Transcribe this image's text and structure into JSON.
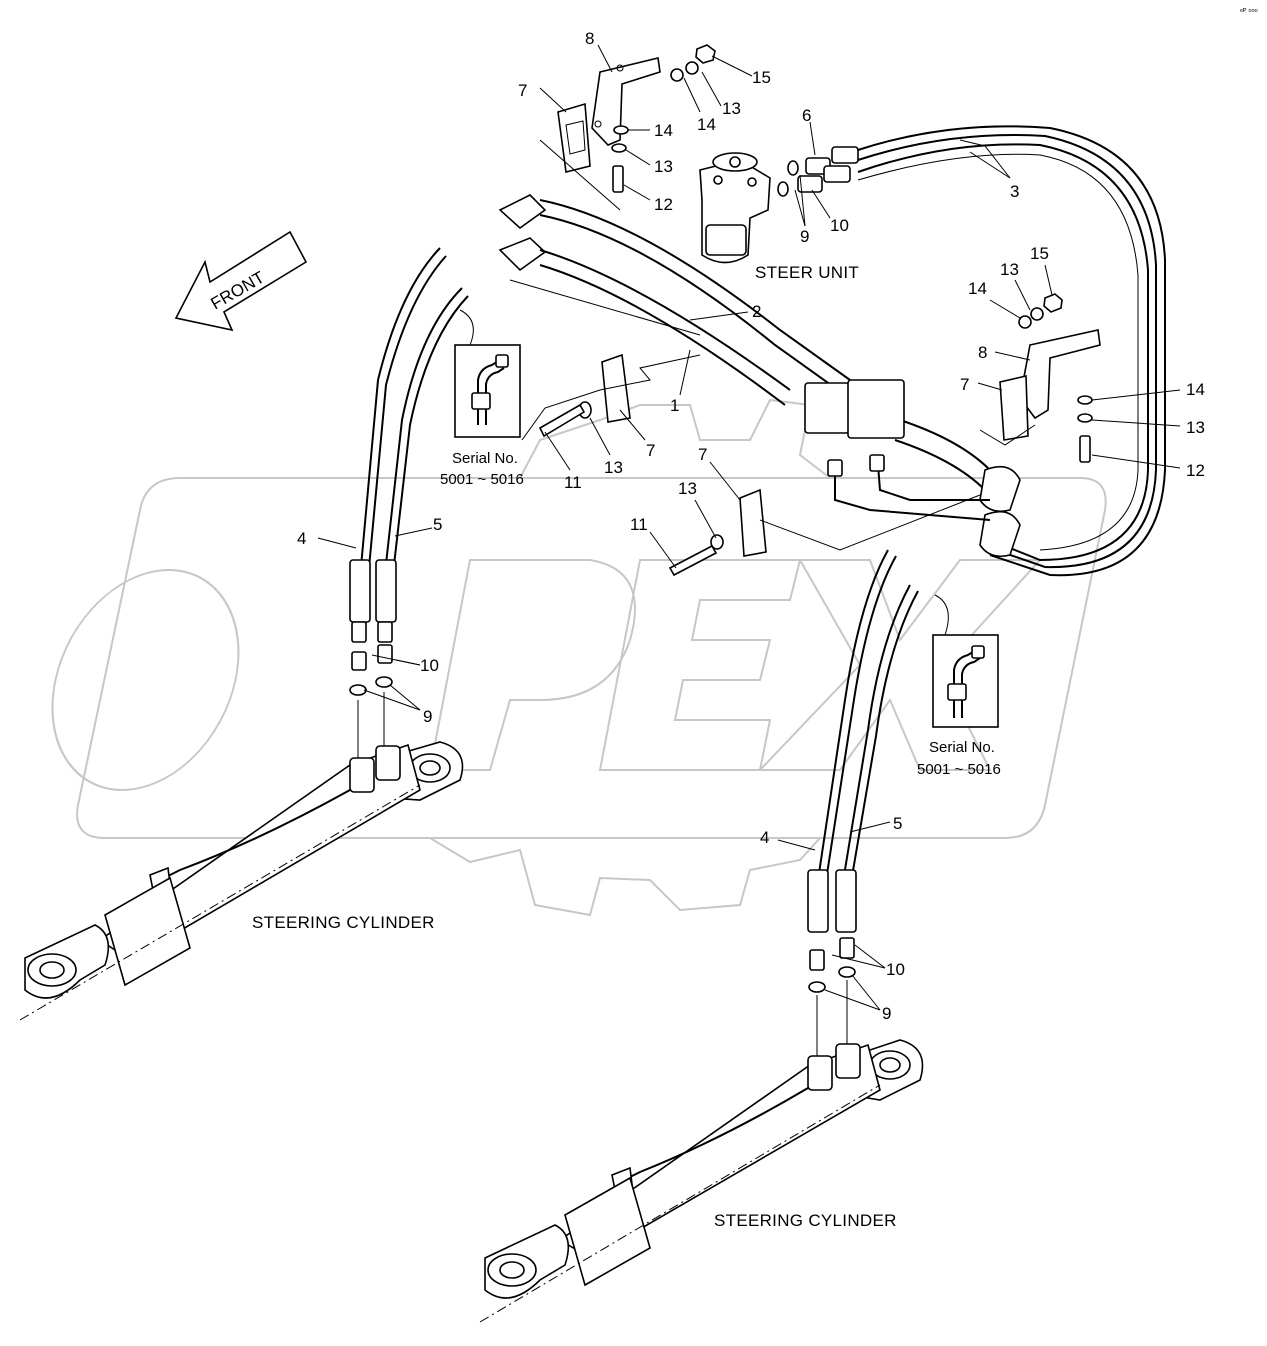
{
  "corner_mark": "ᵉᴾ ᵒᵒᵒ",
  "watermark": "OPEX",
  "front_arrow_label": "FRONT",
  "captions": {
    "steer_unit": "STEER UNIT",
    "cylinder_left": "STEERING CYLINDER",
    "cylinder_right": "STEERING CYLINDER"
  },
  "serial_notes": {
    "left": {
      "title": "Serial No.",
      "range": "5001 ~ 5016"
    },
    "right": {
      "title": "Serial No.",
      "range": "5001 ~ 5016"
    }
  },
  "callouts": [
    "8",
    "15",
    "7",
    "13",
    "14",
    "14",
    "13",
    "12",
    "6",
    "9",
    "10",
    "3",
    "15",
    "13",
    "14",
    "8",
    "7",
    "2",
    "1",
    "14",
    "13",
    "12",
    "11",
    "13",
    "7",
    "7",
    "13",
    "11",
    "4",
    "5",
    "10",
    "9",
    "4",
    "5",
    "10",
    "9"
  ]
}
